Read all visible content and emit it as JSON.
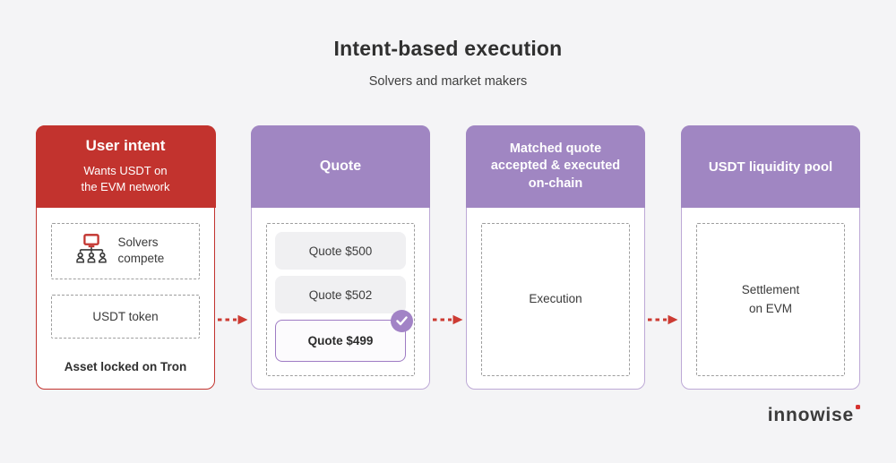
{
  "page": {
    "title": "Intent-based execution",
    "subtitle": "Solvers and market makers"
  },
  "colors": {
    "background": "#f4f4f6",
    "red_accent": "#c2332e",
    "purple_accent": "#a086c2",
    "purple_border": "#9f7cc4",
    "pill_background": "#f0f0f2",
    "dashed_border": "#9e9e9e",
    "text_dark": "#303030",
    "arrow_red": "#cc3b33"
  },
  "cards": [
    {
      "name": "user-intent",
      "header": {
        "title": "User intent",
        "subtitle_lines": [
          "Wants USDT on",
          "the EVM network"
        ]
      },
      "items": [
        {
          "icon": "solvers-network-icon",
          "label": "Solvers compete"
        },
        {
          "label": "USDT token"
        }
      ],
      "footer": "Asset locked on Tron"
    },
    {
      "name": "quote",
      "header": {
        "title": "Quote"
      },
      "quotes": [
        {
          "label": "Quote $500",
          "selected": false
        },
        {
          "label": "Quote $502",
          "selected": false
        },
        {
          "label": "Quote $499",
          "selected": true
        }
      ]
    },
    {
      "name": "matched-quote",
      "header": {
        "title_lines": [
          "Matched quote",
          "accepted & executed",
          "on-chain"
        ]
      },
      "content": "Execution"
    },
    {
      "name": "usdt-liquidity-pool",
      "header": {
        "title": "USDT liquidity pool"
      },
      "content_lines": [
        "Settlement",
        "on EVM"
      ]
    }
  ],
  "icons": {
    "solvers_network": "red monitor connected to three people",
    "check": "white checkmark in purple circle",
    "flow_arrow": "red dashed arrow pointing right"
  },
  "logo": {
    "text": "innowise"
  }
}
